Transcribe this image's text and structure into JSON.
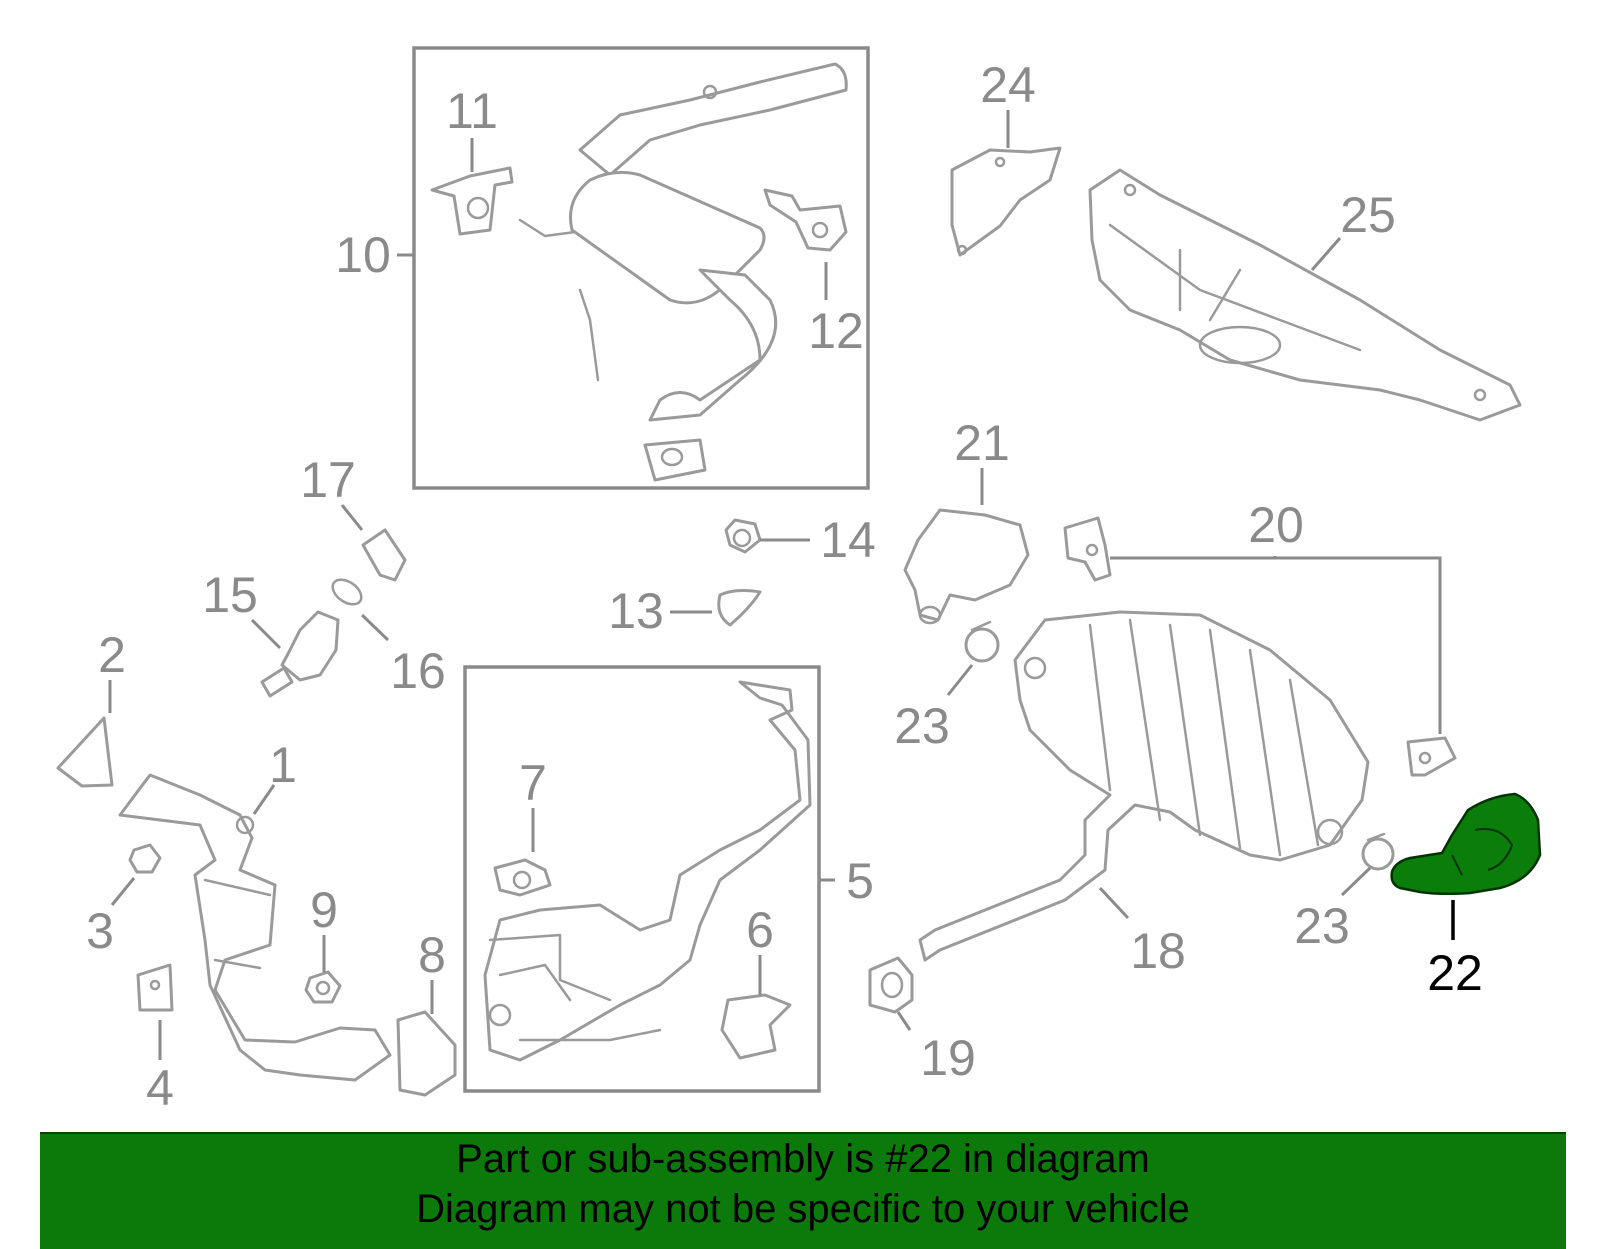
{
  "colors": {
    "highlight": "#0a7d0a",
    "highlight_stroke": "#003300",
    "banner": "#0b7a0b",
    "parts_line": "#9a9a9a",
    "label_text": "#8a8a8a"
  },
  "highlighted_part": "22",
  "callouts": [
    "1",
    "2",
    "3",
    "4",
    "5",
    "6",
    "7",
    "8",
    "9",
    "10",
    "11",
    "12",
    "13",
    "14",
    "15",
    "16",
    "17",
    "18",
    "19",
    "20",
    "21",
    "22",
    "23",
    "23",
    "24",
    "25"
  ],
  "banner": {
    "line1": "Part or sub-assembly is #22 in diagram",
    "line2": "Diagram may not be specific to your vehicle"
  }
}
